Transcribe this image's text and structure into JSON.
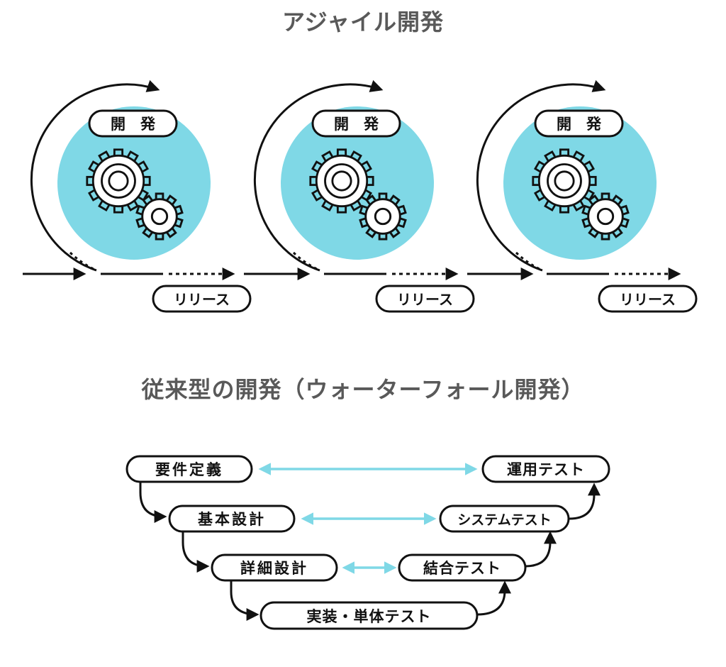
{
  "agile": {
    "title": "アジャイル開発",
    "cycles": [
      {
        "label": "開　発",
        "release": "リリース"
      },
      {
        "label": "開　発",
        "release": "リリース"
      },
      {
        "label": "開　発",
        "release": "リリース"
      }
    ]
  },
  "waterfall": {
    "title": "従来型の開発（ウォーターフォール開発）",
    "left_steps": [
      "要件定義",
      "基本設計",
      "詳細設計"
    ],
    "bottom_step": "実装・単体テスト",
    "right_steps": [
      "運用テスト",
      "システムテスト",
      "結合テスト"
    ]
  },
  "colors": {
    "accent": "#7fd8e6",
    "stroke": "#111111",
    "title": "#595959"
  }
}
